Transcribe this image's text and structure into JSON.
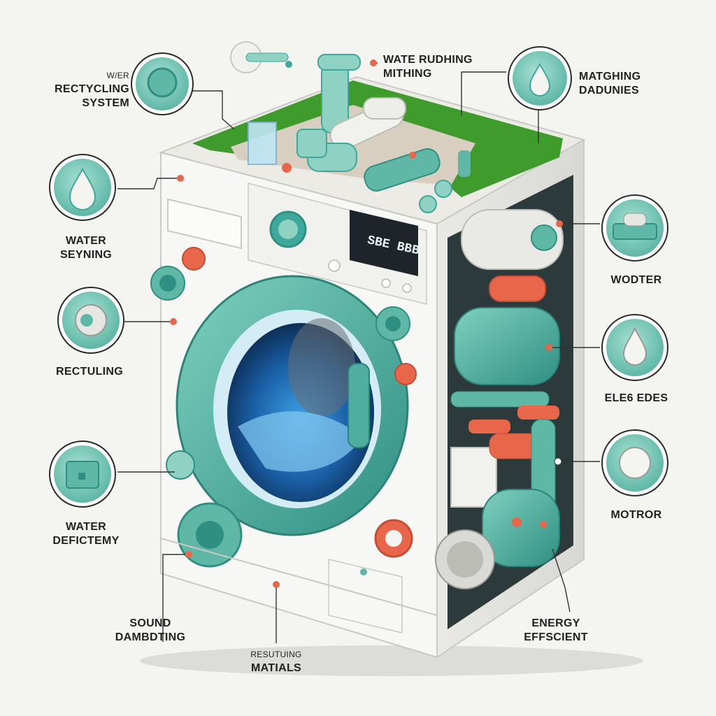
{
  "labels": {
    "recycling_system": [
      "W/ER",
      "RECTYCLING",
      "SYSTEM"
    ],
    "water_rushing": [
      "WATE RUDHING",
      "MITHING"
    ],
    "matching_dadunies": [
      "MATGHING",
      "DADUNIES"
    ],
    "water_seyning": [
      "WATER",
      "SEYNING"
    ],
    "recyling": [
      "RECTULING"
    ],
    "wodter": [
      "WODTER"
    ],
    "ele_edes": [
      "ELE6 EDES"
    ],
    "water_deficiency": [
      "WATER",
      "DEFICTEMY"
    ],
    "motror": [
      "MOTROR"
    ],
    "sound_dampening": [
      "SOUND",
      "DAMBDTING"
    ],
    "resuting_matials": [
      "RESUTUING",
      "MATIALS"
    ],
    "energy_effscient": [
      "ENERGY",
      "EFFSCIENT"
    ]
  },
  "display": {
    "readout": "SBE BBB"
  },
  "colors": {
    "teal": "#3ea99a",
    "teal_light": "#8fd1c3",
    "coral": "#e8664a",
    "grass": "#3f9b2c",
    "body": "#f7f7f5"
  },
  "icons": [
    "knob-icon",
    "water-drop-icon",
    "valve-icon",
    "box-icon",
    "gear-icon",
    "sensor-icon",
    "button-icon"
  ]
}
